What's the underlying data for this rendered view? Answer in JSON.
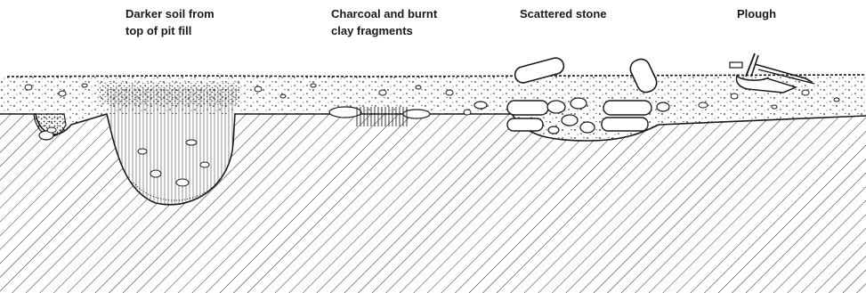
{
  "labels": {
    "pit_fill": {
      "line1": "Darker soil from",
      "line2": "top of pit fill"
    },
    "charcoal": {
      "line1": "Charcoal and burnt",
      "line2": "clay fragments"
    },
    "stone": {
      "line1": "Scattered stone"
    },
    "plough": {
      "line1": "Plough"
    }
  },
  "colors": {
    "ink": "#1a1a1a",
    "paper": "#ffffff"
  }
}
